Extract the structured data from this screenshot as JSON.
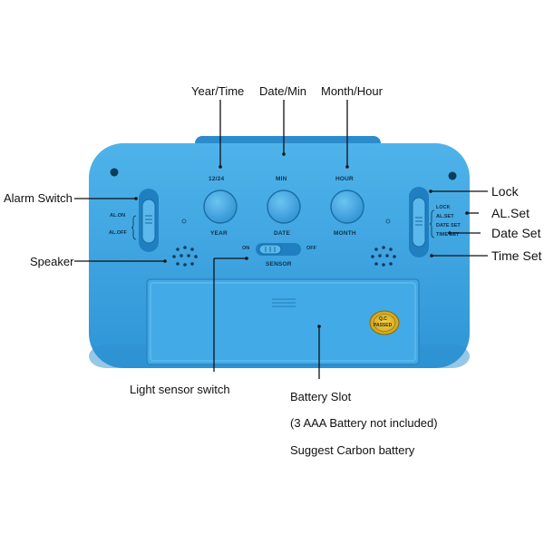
{
  "callouts": {
    "year_time": "Year/Time",
    "date_min": "Date/Min",
    "month_hour": "Month/Hour",
    "alarm_switch": "Alarm Switch",
    "speaker": "Speaker",
    "lock": "Lock",
    "al_set": "AL.Set",
    "date_set": "Date Set",
    "time_set": "Time Set",
    "light_sensor_switch": "Light sensor switch",
    "battery_slot": "Battery Slot",
    "battery_note": "(3 AAA Battery not included)",
    "battery_suggest": "Suggest Carbon battery"
  },
  "device": {
    "btn1_top": "12/24",
    "btn1_bottom": "YEAR",
    "btn2_top": "MIN",
    "btn2_bottom": "DATE",
    "btn3_top": "HOUR",
    "btn3_bottom": "MONTH",
    "al_on": "AL.ON",
    "al_off": "AL.OFF",
    "sensor_on": "ON",
    "sensor_off": "OFF",
    "sensor": "SENSOR",
    "mode_lock": "LOCK",
    "mode_al_set": "AL.SET",
    "mode_date_set": "DATE SET",
    "mode_time_set": "TIME SET",
    "seal_line1": "Q.C",
    "seal_line2": "PASSED"
  },
  "colors": {
    "body": "#3aa3e0",
    "body_dark": "#1f7fc0",
    "leader": "#111111"
  }
}
